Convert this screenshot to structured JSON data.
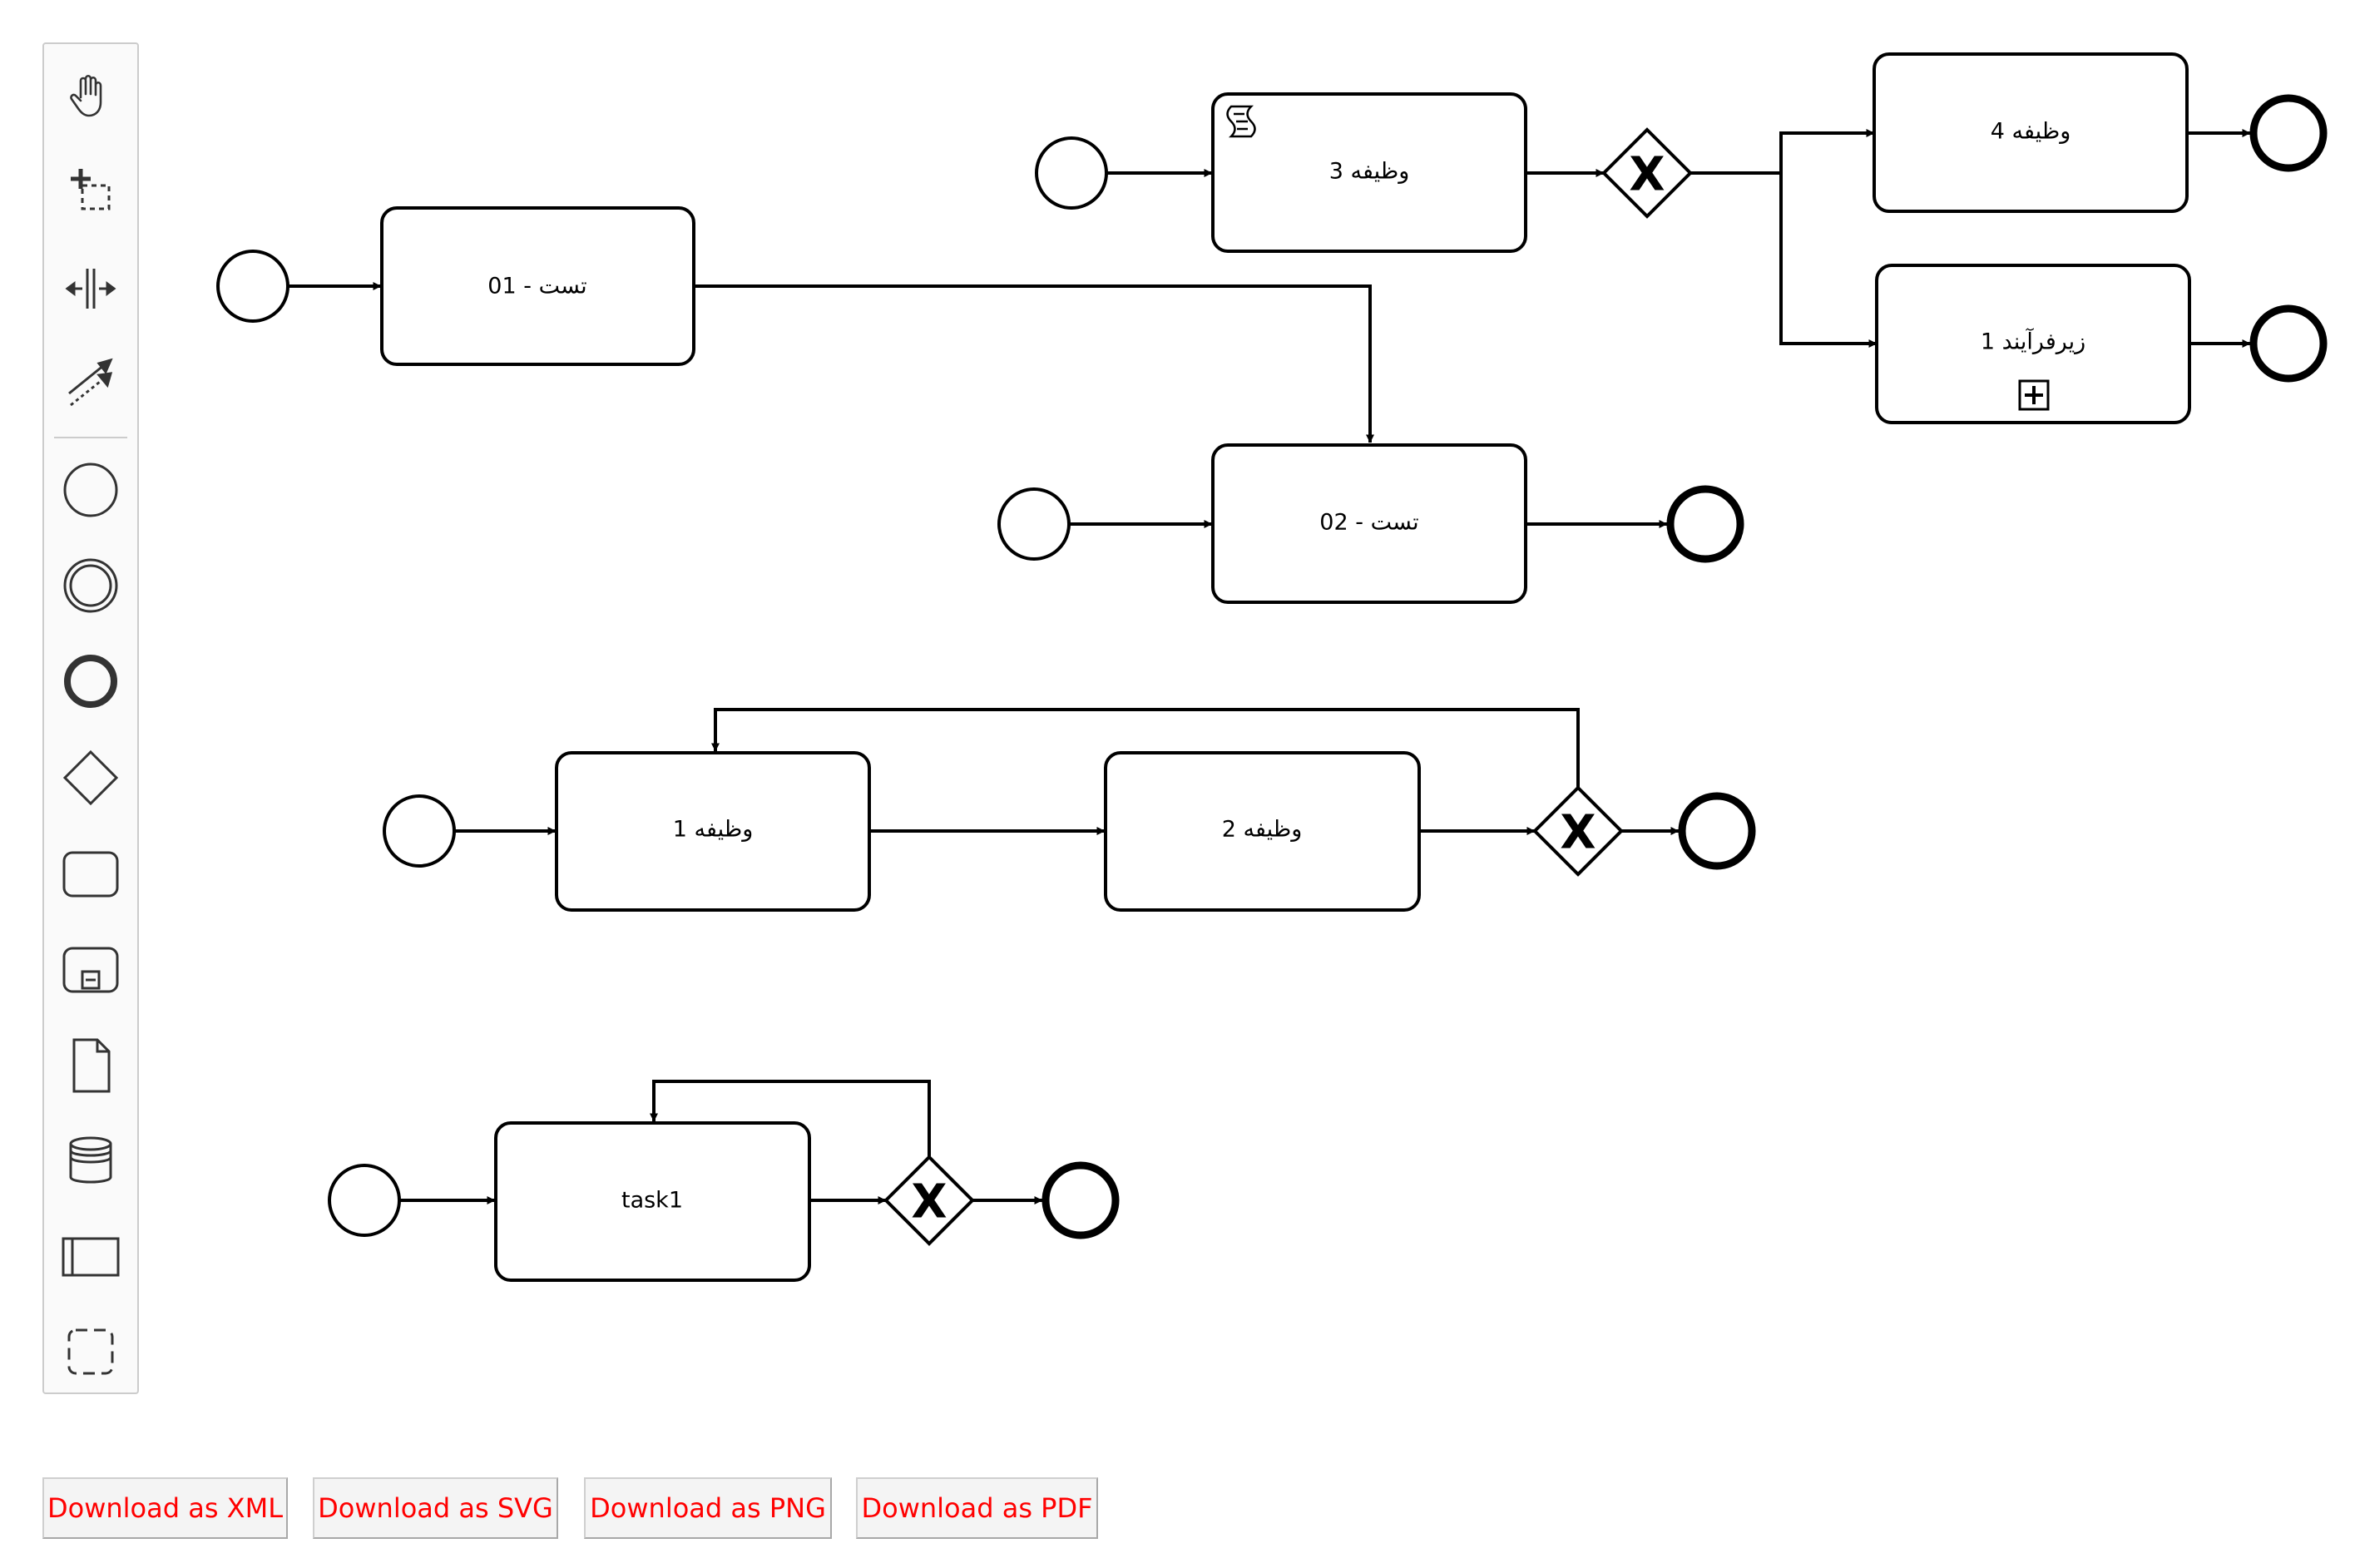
{
  "palette": {
    "tools": [
      {
        "name": "hand-tool",
        "icon": "hand-icon"
      },
      {
        "name": "lasso-tool",
        "icon": "lasso-icon"
      },
      {
        "name": "space-tool",
        "icon": "space-icon"
      },
      {
        "name": "global-connect-tool",
        "icon": "connect-arrow-icon"
      },
      {
        "name": "create-start-event",
        "icon": "start-event-icon"
      },
      {
        "name": "create-intermediate-event",
        "icon": "intermediate-event-icon"
      },
      {
        "name": "create-end-event",
        "icon": "end-event-icon"
      },
      {
        "name": "create-gateway",
        "icon": "gateway-icon"
      },
      {
        "name": "create-task",
        "icon": "task-icon"
      },
      {
        "name": "create-subprocess",
        "icon": "subprocess-icon"
      },
      {
        "name": "create-data-object",
        "icon": "data-object-icon"
      },
      {
        "name": "create-data-store",
        "icon": "data-store-icon"
      },
      {
        "name": "create-pool",
        "icon": "pool-icon"
      },
      {
        "name": "create-group",
        "icon": "group-icon"
      }
    ]
  },
  "diagram": {
    "tasks": {
      "test01": "تست - 01",
      "test02": "تست - 02",
      "task3": "وظیفه 3",
      "task4": "وظیفه 4",
      "subprocess1": "زیرفرآیند 1",
      "task1_fa": "وظیفه 1",
      "task2_fa": "وظیفه 2",
      "task1": "task1"
    },
    "gateway_marker": "X"
  },
  "buttons": {
    "xml": "Download as XML",
    "svg": "Download as SVG",
    "png": "Download as PNG",
    "pdf": "Download as PDF"
  },
  "colors": {
    "stroke": "#000000",
    "button_text": "#ff0000",
    "button_bg": "#f4f4f4",
    "palette_bg": "#fafafa"
  }
}
